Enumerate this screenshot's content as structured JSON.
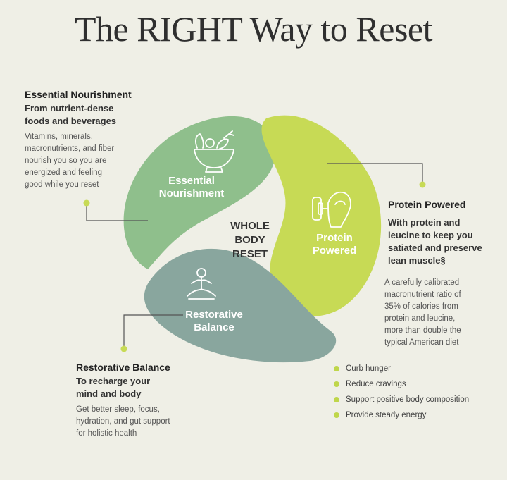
{
  "title": "The RIGHT Way to Reset",
  "center": [
    "WHOLE",
    "BODY",
    "RESET"
  ],
  "petals": {
    "nourishment": [
      "Essential",
      "Nourishment"
    ],
    "protein": [
      "Protein",
      "Powered"
    ],
    "balance": [
      "Restorative",
      "Balance"
    ]
  },
  "sections": {
    "nourishment": {
      "heading": "Essential Nourishment",
      "sub": [
        "From nutrient-dense",
        "foods and beverages"
      ],
      "body": [
        "Vitamins, minerals,",
        "macronutrients, and fiber",
        "nourish you so you are",
        "energized and feeling",
        "good while you reset"
      ]
    },
    "protein": {
      "heading": "Protein Powered",
      "sub": [
        "With protein and",
        "leucine to keep you",
        "satiated and preserve",
        "lean muscle§"
      ],
      "body": [
        "A carefully calibrated",
        "macronutrient ratio of",
        "35% of calories from",
        "protein and leucine,",
        "more than double the",
        "typical American diet"
      ]
    },
    "balance": {
      "heading": "Restorative Balance",
      "sub": [
        "To recharge your",
        "mind and body"
      ],
      "body": [
        "Get better sleep, focus,",
        "hydration, and gut support",
        "for holistic health"
      ]
    }
  },
  "bullets": [
    "Curb hunger",
    "Reduce cravings",
    "Support positive body composition",
    "Provide steady energy"
  ],
  "colors": {
    "background": "#efefe6",
    "nourishment": "#8fbf8c",
    "protein": "#c7da55",
    "balance": "#89a69e",
    "accent_dot": "#bfd64a"
  },
  "icons": {
    "nourishment": "salad-bowl-icon",
    "protein": "flexed-arm-dumbbell-icon",
    "balance": "meditation-icon"
  }
}
